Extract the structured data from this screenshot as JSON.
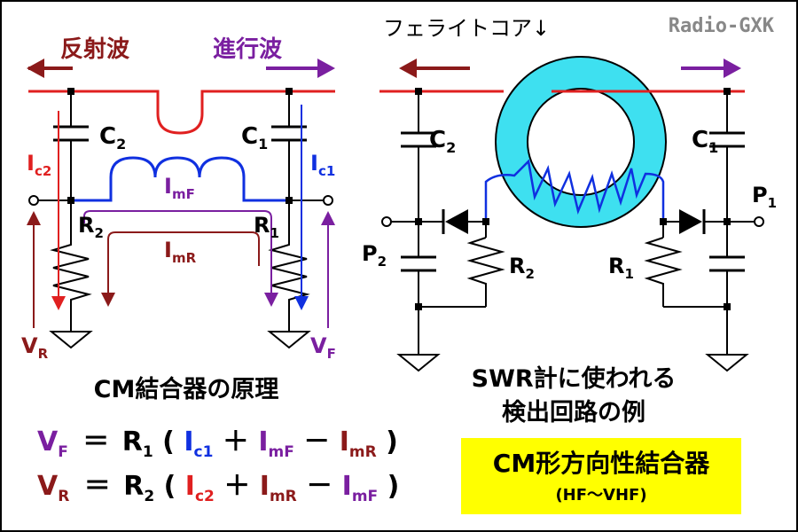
{
  "colors": {
    "signal": "#e02020",
    "reflect": "#8b1a1a",
    "forward": "#7a1fa0",
    "blue": "#1030e0",
    "ferrite": "#3ee0f0",
    "highlight": "#ffff00",
    "watermark": "#888888",
    "black": "#000000"
  },
  "watermark": "Radio-GXK",
  "left": {
    "reflected_label": "反射波",
    "forward_label": "進行波",
    "c2": {
      "main": "C",
      "sub": "2"
    },
    "c1": {
      "main": "C",
      "sub": "1"
    },
    "ic2": {
      "main": "I",
      "sub": "c2"
    },
    "ic1": {
      "main": "I",
      "sub": "c1"
    },
    "imf": {
      "main": "I",
      "sub": "mF"
    },
    "imr": {
      "main": "I",
      "sub": "mR"
    },
    "r2": {
      "main": "R",
      "sub": "2"
    },
    "r1": {
      "main": "R",
      "sub": "1"
    },
    "vr": {
      "main": "V",
      "sub": "R"
    },
    "vf": {
      "main": "V",
      "sub": "F"
    },
    "caption": "CM結合器の原理"
  },
  "right": {
    "ferrite_label": "フェライトコア↓",
    "c2": {
      "main": "C",
      "sub": "2"
    },
    "c1": {
      "main": "C",
      "sub": "1"
    },
    "p2": {
      "main": "P",
      "sub": "2"
    },
    "p1": {
      "main": "P",
      "sub": "1"
    },
    "r2": {
      "main": "R",
      "sub": "2"
    },
    "r1": {
      "main": "R",
      "sub": "1"
    },
    "caption_line1": "SWR計に使われる",
    "caption_line2": "検出回路の例"
  },
  "formulas": {
    "eq_sign": "＝",
    "plus": "＋",
    "minus": "－",
    "open_paren": "(",
    "close_paren": ")",
    "vf": {
      "main": "V",
      "sub": "F"
    },
    "vr": {
      "main": "V",
      "sub": "R"
    },
    "r1": {
      "main": "R",
      "sub": "1"
    },
    "r2": {
      "main": "R",
      "sub": "2"
    },
    "ic1": {
      "main": "I",
      "sub": "c1"
    },
    "ic2": {
      "main": "I",
      "sub": "c2"
    },
    "imf": {
      "main": "I",
      "sub": "mF"
    },
    "imr": {
      "main": "I",
      "sub": "mR"
    }
  },
  "box": {
    "title": "CM形方向性結合器",
    "subtitle": "(HF～VHF)"
  }
}
